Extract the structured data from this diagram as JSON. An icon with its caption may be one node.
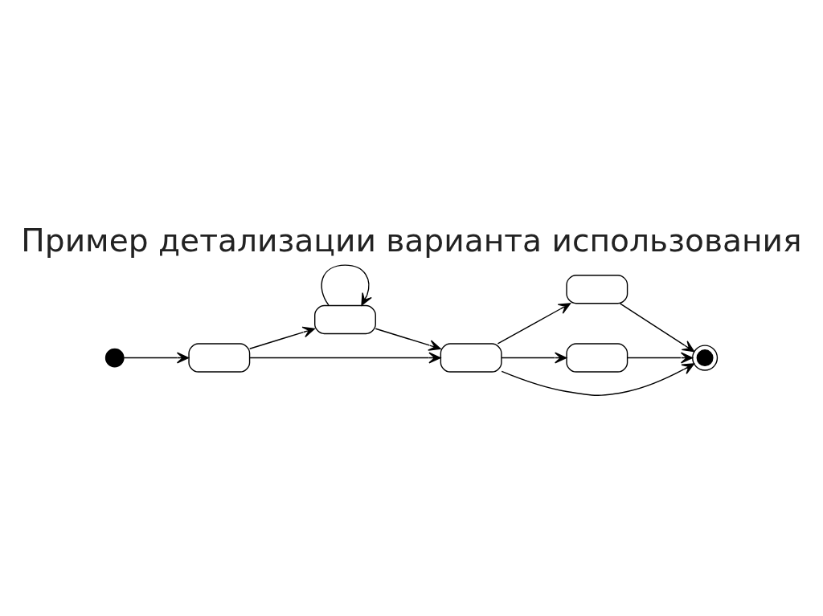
{
  "diagram": {
    "title": "Пример детализации варианта использования",
    "nodes": [
      {
        "text": [],
        "shape": "circle"
      },
      {
        "text": [],
        "shape": "box"
      },
      {
        "text": [],
        "shape": "box"
      },
      {
        "text": [],
        "shape": "box"
      },
      {
        "text": [],
        "shape": "box"
      },
      {
        "text": [],
        "shape": "box"
      },
      {
        "text": [],
        "shape": "bullseye"
      }
    ],
    "edges": [
      {
        "from": 0,
        "to": 1,
        "arrow": "to"
      },
      {
        "from": 1,
        "to": 3,
        "arrow": "to"
      },
      {
        "from": 1,
        "to": 2,
        "arrow": "to"
      },
      {
        "from": 2,
        "to": 2,
        "arrow": "to"
      },
      {
        "from": 2,
        "to": 3,
        "arrow": "to"
      },
      {
        "from": 3,
        "to": 6,
        "arrow": "to"
      },
      {
        "from": 3,
        "to": 5,
        "arrow": "to"
      },
      {
        "from": 5,
        "to": 6,
        "arrow": "to"
      },
      {
        "from": 3,
        "to": 4,
        "arrow": "to"
      },
      {
        "from": 4,
        "to": 6,
        "arrow": "to"
      }
    ]
  }
}
